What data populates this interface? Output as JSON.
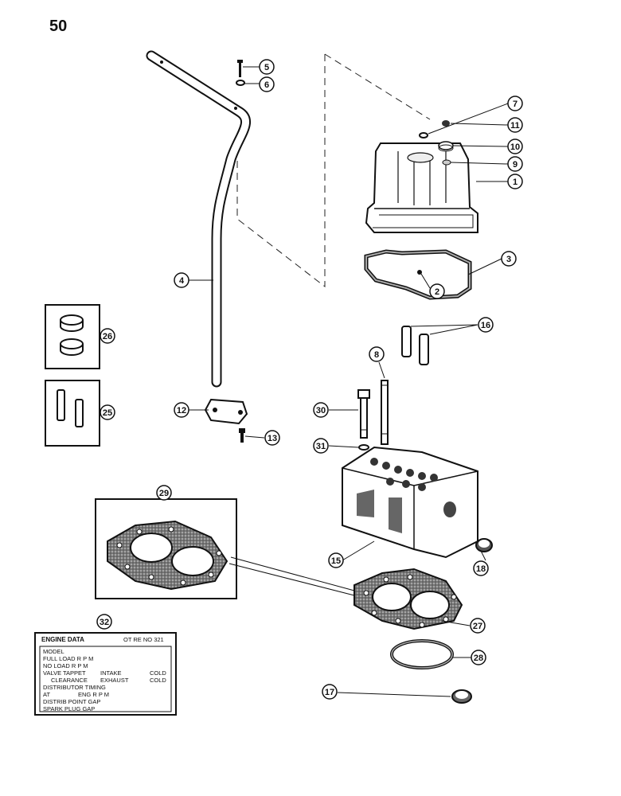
{
  "page_number": "50",
  "callouts": [
    {
      "n": "1"
    },
    {
      "n": "2"
    },
    {
      "n": "3"
    },
    {
      "n": "4"
    },
    {
      "n": "5"
    },
    {
      "n": "6"
    },
    {
      "n": "7"
    },
    {
      "n": "8"
    },
    {
      "n": "9"
    },
    {
      "n": "10"
    },
    {
      "n": "11"
    },
    {
      "n": "12"
    },
    {
      "n": "13"
    },
    {
      "n": "15"
    },
    {
      "n": "16"
    },
    {
      "n": "17"
    },
    {
      "n": "18"
    },
    {
      "n": "25"
    },
    {
      "n": "26"
    },
    {
      "n": "27"
    },
    {
      "n": "28"
    },
    {
      "n": "29"
    },
    {
      "n": "30"
    },
    {
      "n": "31"
    },
    {
      "n": "32"
    }
  ],
  "engine_data": {
    "title": "ENGINE DATA",
    "part_no": "OT RE NO 321",
    "model": "MODEL",
    "full_load": "FULL LOAD R P M",
    "no_load": "NO LOAD R P M",
    "valve_tappet": "VALVE TAPPET",
    "intake": "INTAKE",
    "cold1": "COLD",
    "clearance": "CLEARANCE",
    "exhaust": "EXHAUST",
    "cold2": "COLD",
    "dist_timing": "DISTRIBUTOR TIMING",
    "at": "AT",
    "eng_rpm": "ENG R P M",
    "point_gap": "DISTRIB POINT GAP",
    "plug_gap": "SPARK PLUG GAP"
  }
}
